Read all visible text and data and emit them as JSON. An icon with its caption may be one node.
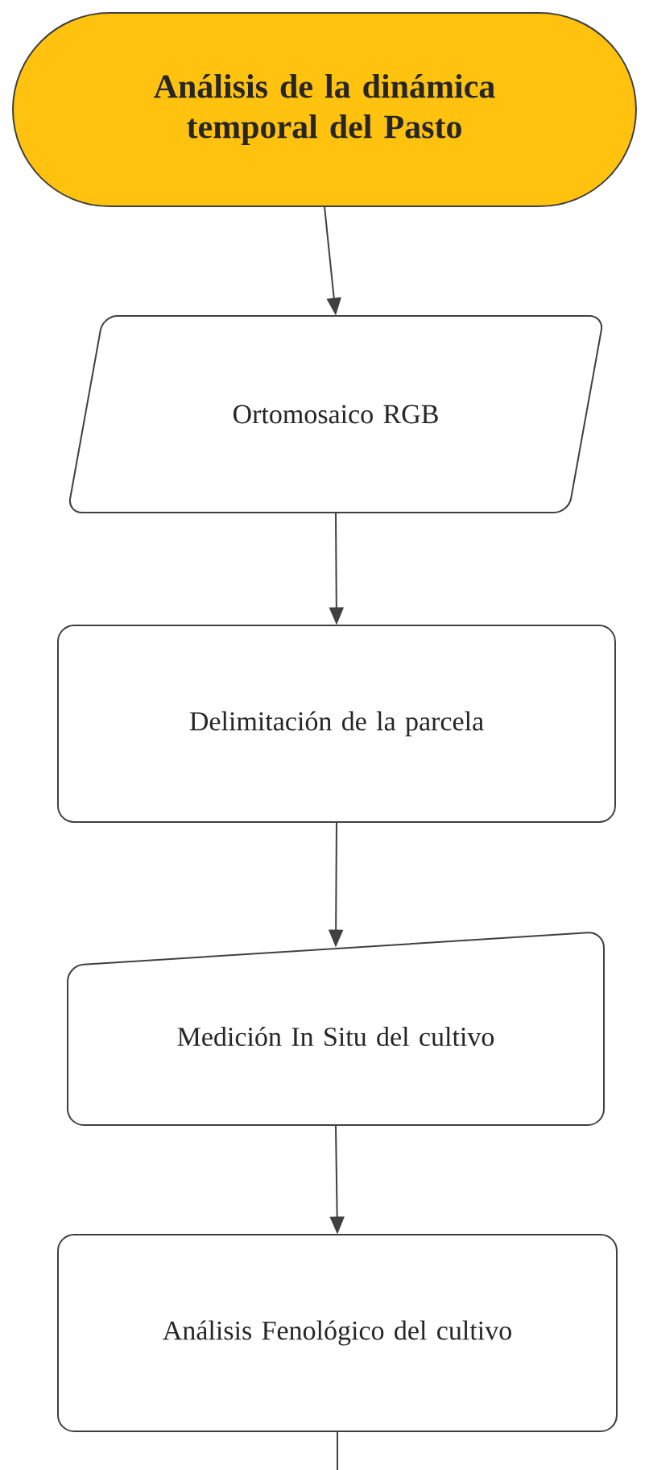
{
  "diagram": {
    "nodes": [
      {
        "text": [
          "Análisis de la dinámica temporal del Pasto"
        ]
      },
      {
        "text": [
          "Ortomosaico RGB"
        ]
      },
      {
        "text": [
          "Delimitación de la parcela"
        ]
      },
      {
        "text": [
          "Medición In Situ del cultivo"
        ]
      },
      {
        "text": [
          "Análisis Fenológico del cultivo"
        ]
      }
    ],
    "edges": [
      {
        "from": 0,
        "to": 1,
        "arrow": "to"
      },
      {
        "from": 1,
        "to": 2,
        "arrow": "to"
      },
      {
        "from": 2,
        "to": 3,
        "arrow": "to"
      },
      {
        "from": 3,
        "to": 4,
        "arrow": "to"
      },
      {
        "from": 4,
        "to": null,
        "arrow": "none"
      }
    ]
  }
}
